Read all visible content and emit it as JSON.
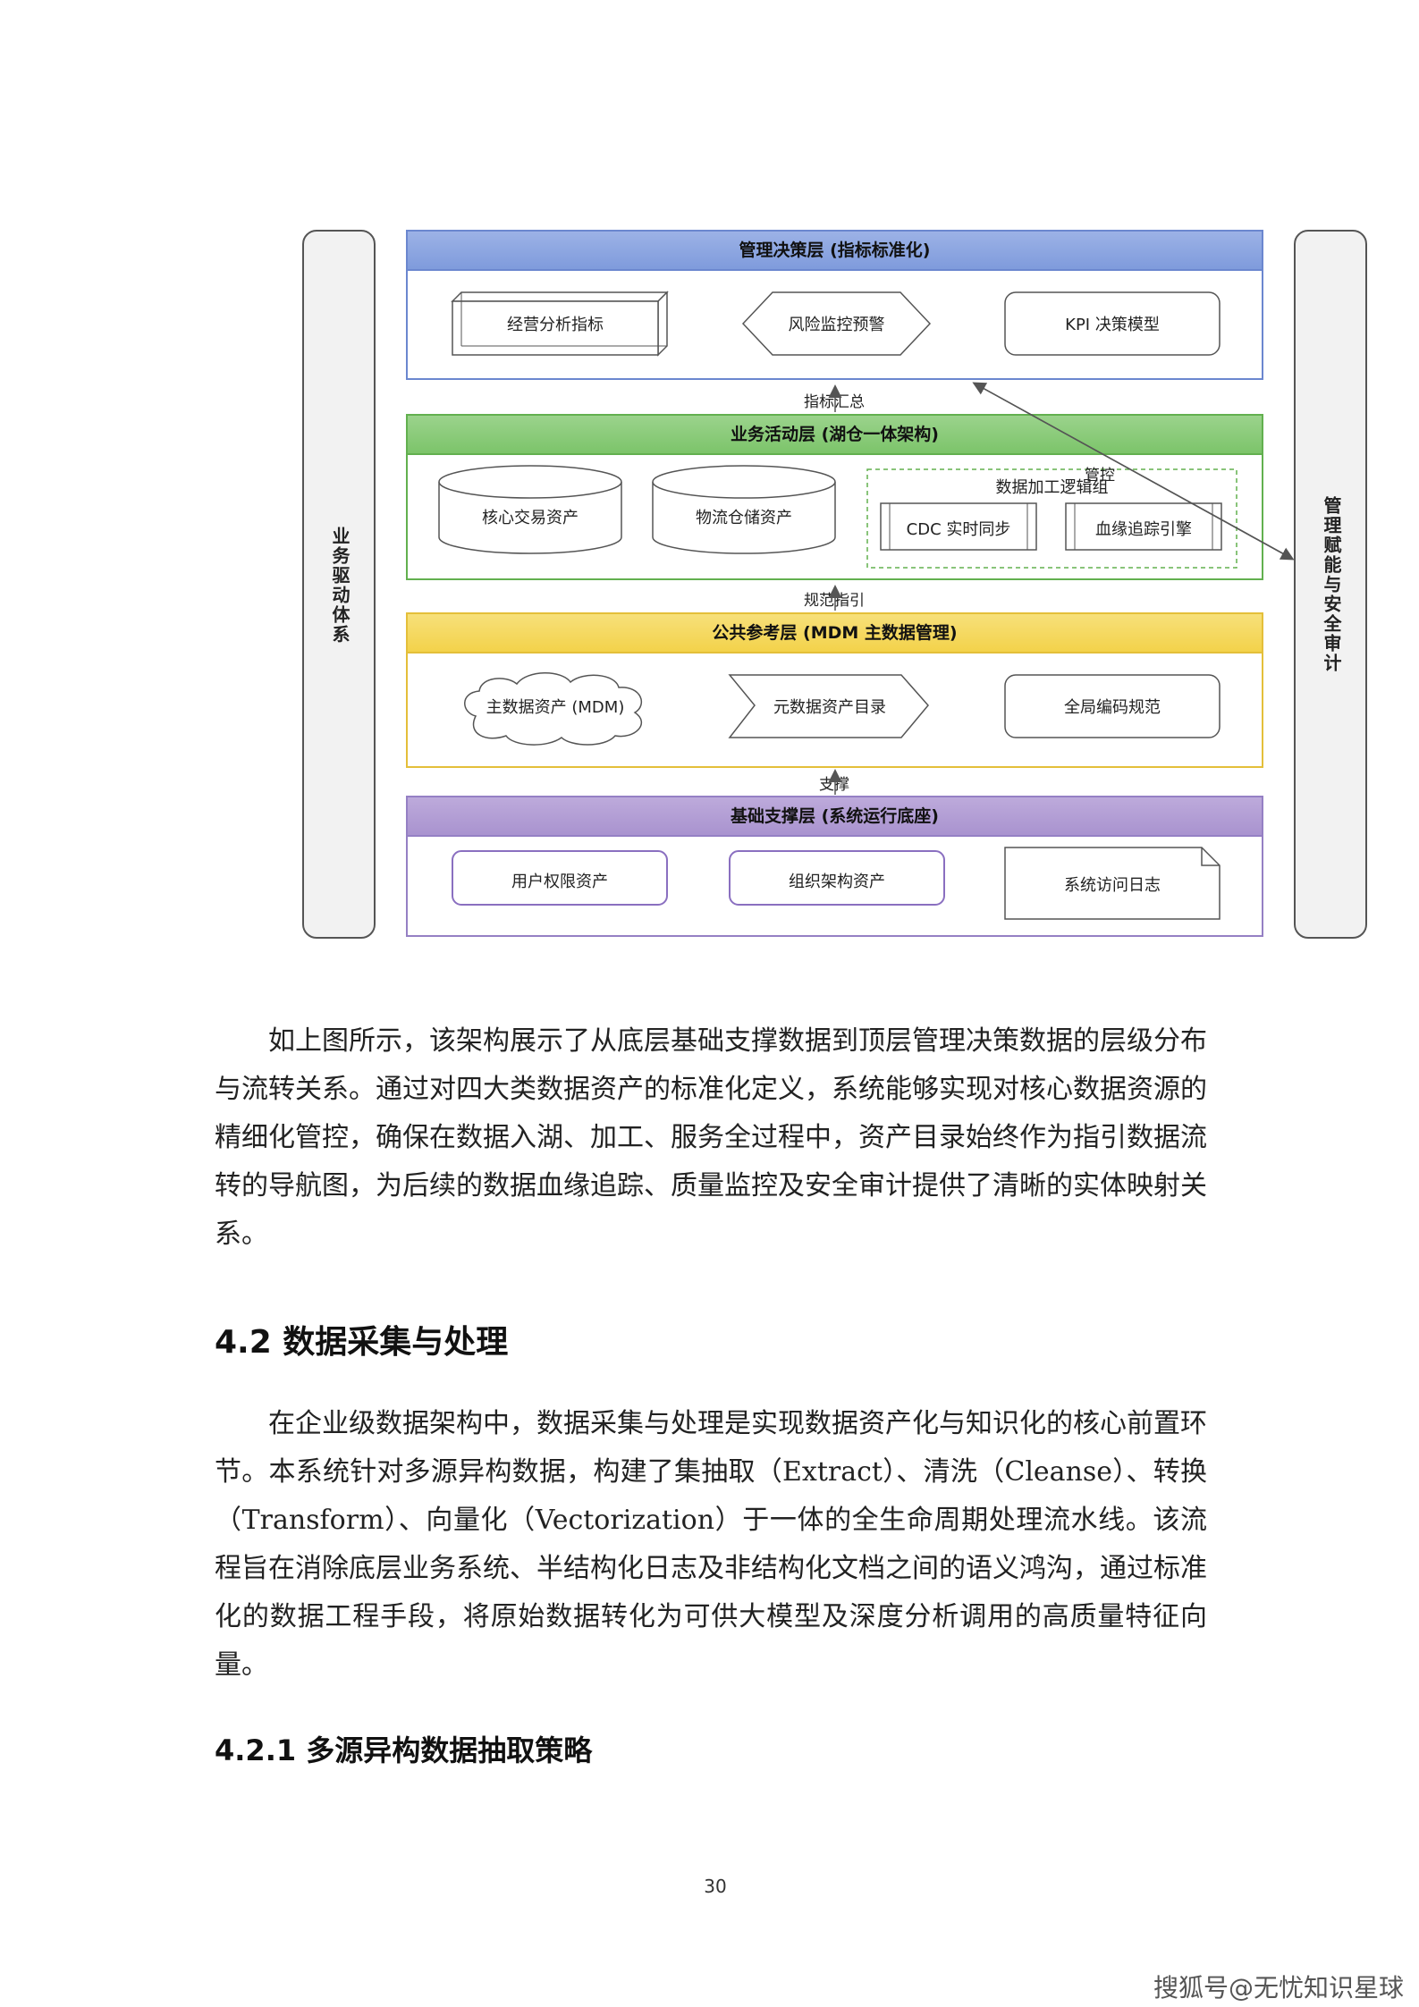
{
  "diagram": {
    "left_panel": "业务驱动体系",
    "right_panel": "管理赋能与安全审计",
    "layers": {
      "mgmt": {
        "title": "管理决策层 (指标标准化)",
        "nodes": [
          "经营分析指标",
          "风险监控预警",
          "KPI 决策模型"
        ],
        "color": "#7f9bdc"
      },
      "biz": {
        "title": "业务活动层 (湖仓一体架构)",
        "nodes": [
          "核心交易资产",
          "物流仓储资产"
        ],
        "group_title": "数据加工逻辑组",
        "group_nodes": [
          "CDC 实时同步",
          "血缘追踪引擎"
        ],
        "color": "#7cc46a"
      },
      "public": {
        "title": "公共参考层 (MDM 主数据管理)",
        "nodes": [
          "主数据资产 (MDM)",
          "元数据资产目录",
          "全局编码规范"
        ],
        "color": "#f3d24a"
      },
      "base": {
        "title": "基础支撑层 (系统运行底座)",
        "nodes": [
          "用户权限资产",
          "组织架构资产",
          "系统访问日志"
        ],
        "color": "#a993cf"
      }
    },
    "connectors": {
      "c1": "指标汇总",
      "c2": "规范指引",
      "c3": "支撑",
      "control": "管控"
    }
  },
  "body": {
    "para1": "如上图所示，该架构展示了从底层基础支撑数据到顶层管理决策数据的层级分布与流转关系。通过对四大类数据资产的标准化定义，系统能够实现对核心数据资源的精细化管控，确保在数据入湖、加工、服务全过程中，资产目录始终作为指引数据流转的导航图，为后续的数据血缘追踪、质量监控及安全审计提供了清晰的实体映射关系。",
    "section_heading": "4.2 数据采集与处理",
    "para2": "在企业级数据架构中，数据采集与处理是实现数据资产化与知识化的核心前置环节。本系统针对多源异构数据，构建了集抽取（Extract）、清洗（Cleanse）、转换（Transform）、向量化（Vectorization）于一体的全生命周期处理流水线。该流程旨在消除底层业务系统、半结构化日志及非结构化文档之间的语义鸿沟，通过标准化的数据工程手段，将原始数据转化为可供大模型及深度分析调用的高质量特征向量。",
    "subsection_heading": "4.2.1 多源异构数据抽取策略",
    "page_number": "30",
    "footer_mark": "搜狐号@无忧知识星球"
  }
}
